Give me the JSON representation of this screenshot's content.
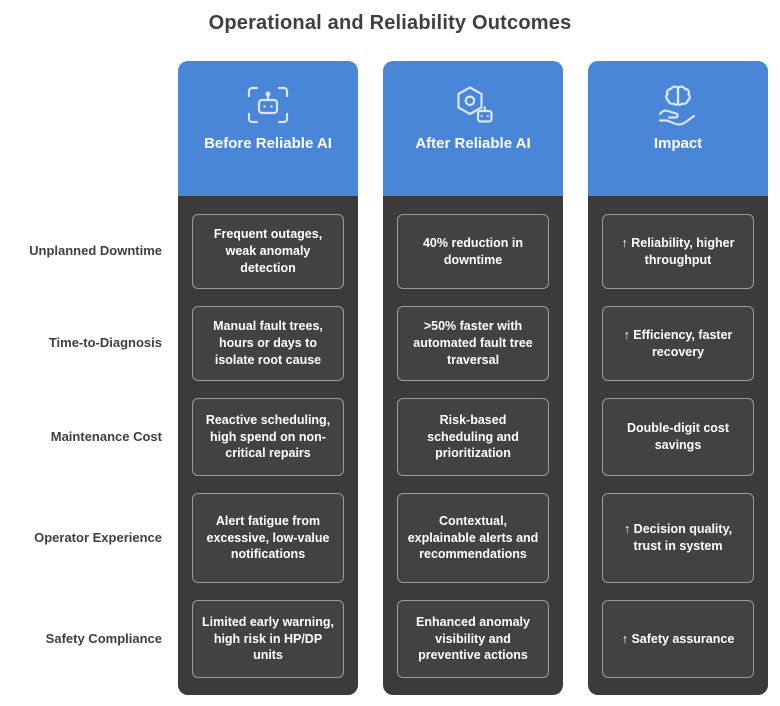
{
  "title": "Operational and Reliability Outcomes",
  "columns": [
    {
      "label": "Before Reliable AI",
      "icon": "robot-scan-icon"
    },
    {
      "label": "After Reliable AI",
      "icon": "hexagon-bot-icon"
    },
    {
      "label": "Impact",
      "icon": "hand-brain-icon"
    }
  ],
  "rows": [
    {
      "label": "Unplanned Downtime",
      "before": "Frequent outages, weak anomaly detection",
      "after": "40% reduction in downtime",
      "impact": "↑ Reliability, higher throughput"
    },
    {
      "label": "Time-to-Diagnosis",
      "before": "Manual fault trees, hours or days to isolate root cause",
      "after": ">50% faster with automated fault tree traversal",
      "impact": "↑ Efficiency, faster recovery"
    },
    {
      "label": "Maintenance Cost",
      "before": "Reactive scheduling, high spend on non-critical repairs",
      "after": "Risk-based scheduling and prioritization",
      "impact": "Double-digit cost savings"
    },
    {
      "label": "Operator Experience",
      "before": "Alert fatigue from excessive, low-value notifications",
      "after": "Contextual, explainable alerts and recommendations",
      "impact": "↑ Decision quality, trust in system"
    },
    {
      "label": "Safety Compliance",
      "before": "Limited early warning, high risk in HP/DP units",
      "after": "Enhanced anomaly visibility and preventive actions",
      "impact": "↑ Safety assurance"
    }
  ],
  "colors": {
    "header_blue": "#4a86d8",
    "body_dark": "#3b3b3b",
    "cell_background": "#424242",
    "cell_border": "#9a9a9a",
    "title_text": "#3f3f3f",
    "icon_tint": "#d9e6f8"
  }
}
